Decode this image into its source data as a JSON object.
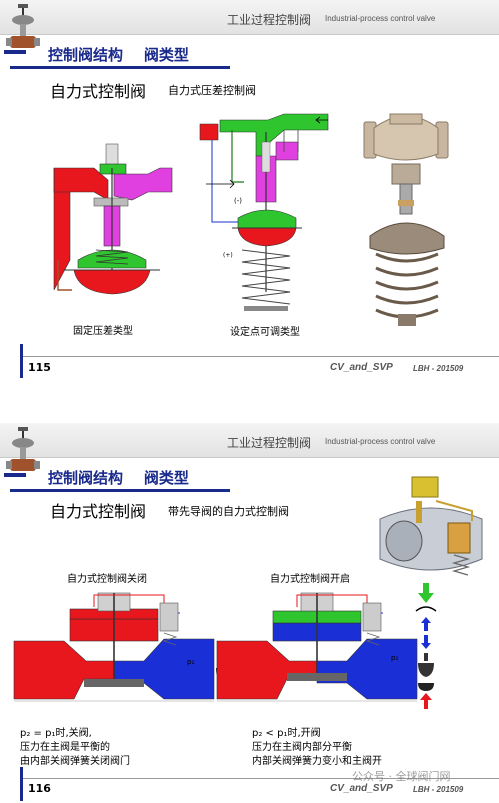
{
  "slide1": {
    "header_cn": "工业过程控制阀",
    "header_en": "Industrial-process control valve",
    "title": "控制阀结构    阀类型",
    "subtitle": "自力式控制阀",
    "subtext": "自力式压差控制阀",
    "label_fixed": "固定压差类型",
    "label_adjustable": "设定点可调类型",
    "minus_mark": "(-)",
    "plus_mark": "(+)",
    "page": "115",
    "footer_cv": "CV_and_SVP",
    "footer_lbh": "LBH - 201509"
  },
  "slide2": {
    "header_cn": "工业过程控制阀",
    "header_en": "Industrial-process control valve",
    "title": "控制阀结构    阀类型",
    "subtitle": "自力式控制阀",
    "subtext": "带先导阀的自力式控制阀",
    "label_closed": "自力式控制阀关闭",
    "label_open": "自力式控制阀开启",
    "p2_left": "p₂",
    "p2_right": "p₂",
    "note_left": [
      "p₂ = p₁时,关阀,",
      "压力在主阀是平衡的",
      "由内部关阀弹簧关闭阀门"
    ],
    "note_right": [
      "p₂ < p₁时,开阀",
      "压力在主阀内部分平衡",
      "内部关阀弹簧力变小和主阀开"
    ],
    "page": "116",
    "footer_cv": "CV_and_SVP",
    "footer_lbh": "LBH - 201509",
    "watermark": "公众号 · 全球阀门网"
  },
  "colors": {
    "title_blue": "#1a2a8c",
    "fluid_red": "#e8161d",
    "fluid_green": "#2ec52e",
    "fluid_magenta": "#e040e0",
    "fluid_blue": "#1a2fd6"
  }
}
